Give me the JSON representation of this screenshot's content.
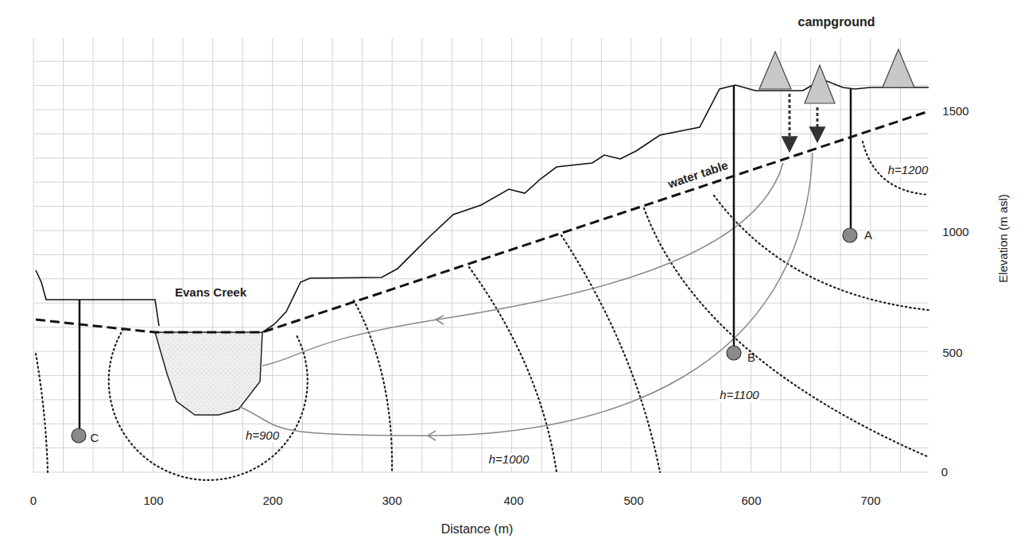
{
  "diagram": {
    "labels": [
      "campground",
      "h=1200",
      "water table",
      "A",
      "Evans Creek",
      "B",
      "h=900",
      "h=1100",
      "C",
      "h=1000",
      "0",
      "100",
      "200",
      "300",
      "400",
      "500",
      "600",
      "700",
      "Distance (m)",
      "1500",
      "1000",
      "500",
      "0",
      "Elevation (m asl)"
    ]
  }
}
